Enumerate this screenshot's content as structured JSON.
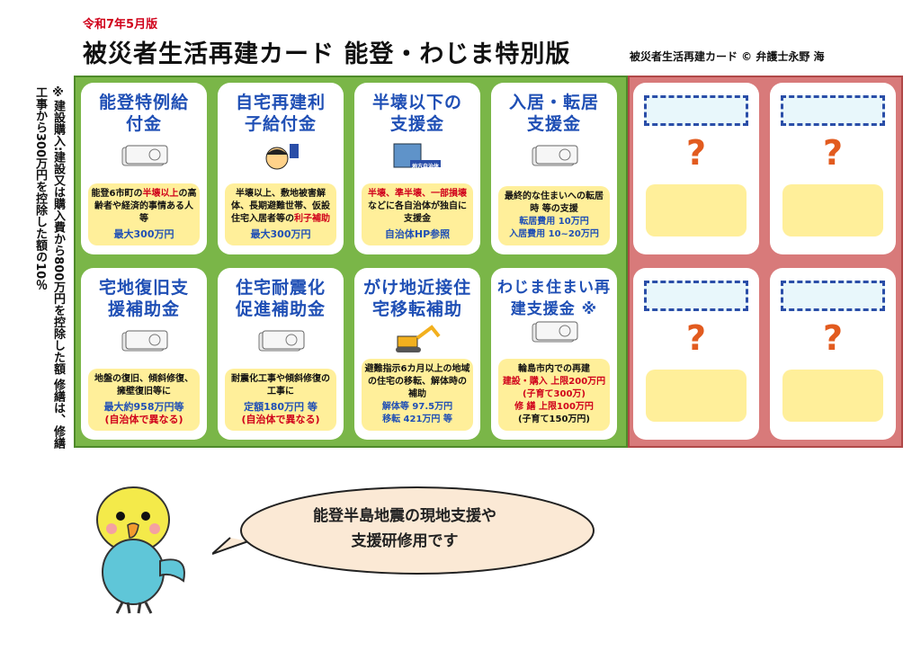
{
  "header": {
    "edition": "令和7年5月版",
    "title": "被災者生活再建カード 能登・わじま特別版",
    "credit": "被災者生活再建カード © 弁護士永野 海"
  },
  "side_note": "※建設購入:建設又は購入費から800万円を控除した額 修繕は、修繕工事から300万円を控除した額の10％",
  "cards": [
    {
      "title": "能登特例給付金",
      "desc_parts": [
        "能登6市町の",
        "半壊以上",
        "の高齢者や経済的事情ある人等"
      ],
      "amount": "最大300万円"
    },
    {
      "title": "自宅再建利子給付金",
      "desc_parts": [
        "半壊以上、敷地被害解体、長期避難世帯、仮設住宅入居者等の",
        "利子補助"
      ],
      "amount": "最大300万円"
    },
    {
      "title": "半壊以下の支援金",
      "icon_label": "地方自治体",
      "desc_parts": [
        "半壊、準半壊、一部損壊",
        "などに各自治体が独自に支援金"
      ],
      "amount": "自治体HP参照"
    },
    {
      "title": "入居・転居支援金",
      "desc_parts": [
        "最終的な住まいへの転居時 等の支援"
      ],
      "lines": [
        "転居費用 10万円",
        "入居費用 10~20万円"
      ]
    },
    {
      "title": "宅地復旧支援補助金",
      "desc_parts": [
        "地盤の復旧、傾斜修復、擁壁復旧等に"
      ],
      "amount": "最大約958万円等",
      "amount_red": "(自治体で異なる)"
    },
    {
      "title": "住宅耐震化促進補助金",
      "desc_parts": [
        "耐震化工事や傾斜修復の工事に"
      ],
      "amount": "定額180万円 等",
      "amount_red": "(自治体で異なる)"
    },
    {
      "title": "がけ地近接住宅移転補助",
      "desc_parts": [
        "避難指示6カ月以上の地域の住宅の移転、解体時の補助"
      ],
      "lines": [
        "解体等 97.5万円",
        "移転 421万円 等"
      ]
    },
    {
      "title": "わじま住まい再建支援金 ※",
      "desc_parts": [
        "輪島市内での再建"
      ],
      "lines": [
        "建設・購入 上限200万円(子育て300万)",
        "修 繕 上限100万円",
        "(子育て150万円)"
      ]
    }
  ],
  "placeholder_cards": [
    {
      "mark": "?"
    },
    {
      "mark": "?"
    },
    {
      "mark": "?"
    },
    {
      "mark": "?"
    }
  ],
  "speech": {
    "line1": "能登半島地震の現地支援や",
    "line2": "支援研修用です"
  },
  "colors": {
    "green_panel": "#7ab648",
    "red_panel": "#d87a7a",
    "title_blue": "#1f4fb5",
    "accent_red": "#d0021b",
    "desc_yellow": "#ffef9a"
  }
}
